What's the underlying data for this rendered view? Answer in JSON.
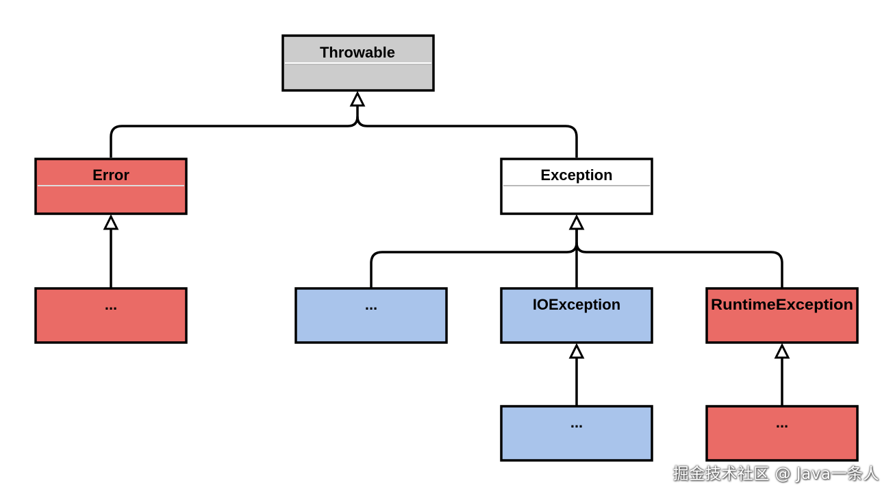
{
  "diagram": {
    "type": "class-hierarchy",
    "colors": {
      "gray": "#cccccc",
      "red": "#ea6b66",
      "white": "#ffffff",
      "blue": "#a9c4eb",
      "stroke": "#000000",
      "divider": "#b8b8b8"
    },
    "nodes": {
      "throwable": {
        "label": "Throwable",
        "color": "gray"
      },
      "error": {
        "label": "Error",
        "color": "red"
      },
      "exception": {
        "label": "Exception",
        "color": "white"
      },
      "error_child": {
        "label": "...",
        "color": "red"
      },
      "exception_other": {
        "label": "...",
        "color": "blue"
      },
      "ioexception": {
        "label": "IOException",
        "color": "blue"
      },
      "runtimeexception": {
        "label": "RuntimeException",
        "color": "red"
      },
      "io_child": {
        "label": "...",
        "color": "blue"
      },
      "runtime_child": {
        "label": "...",
        "color": "red"
      }
    },
    "edges": [
      {
        "from": "error",
        "to": "throwable",
        "kind": "inheritance"
      },
      {
        "from": "exception",
        "to": "throwable",
        "kind": "inheritance"
      },
      {
        "from": "error_child",
        "to": "error",
        "kind": "inheritance"
      },
      {
        "from": "exception_other",
        "to": "exception",
        "kind": "inheritance"
      },
      {
        "from": "ioexception",
        "to": "exception",
        "kind": "inheritance"
      },
      {
        "from": "runtimeexception",
        "to": "exception",
        "kind": "inheritance"
      },
      {
        "from": "io_child",
        "to": "ioexception",
        "kind": "inheritance"
      },
      {
        "from": "runtime_child",
        "to": "runtimeexception",
        "kind": "inheritance"
      }
    ]
  },
  "watermark": {
    "text": "掘金技术社区 @ Java一条人"
  }
}
